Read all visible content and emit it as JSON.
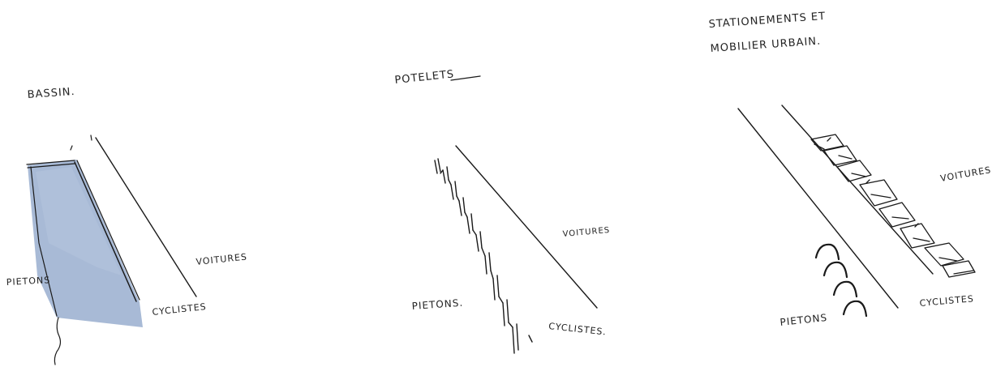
{
  "panels": {
    "bassin": {
      "title": "BASSIN.",
      "label_left": "PIETONS",
      "label_right": "VOITURES",
      "label_bottom": "CYCLISTES"
    },
    "potelets": {
      "title": "POTELETS",
      "label_left": "PIETONS.",
      "label_right": "VOITURES",
      "label_bottom": "CYCLISTES."
    },
    "stationnements": {
      "title_line1": "STATIONEMENTS ET",
      "title_line2": "MOBILIER URBAIN.",
      "label_left": "PIETONS",
      "label_right": "VOITURES",
      "label_bottom": "CYCLISTES"
    }
  },
  "colors": {
    "ink": "#1a1a1a",
    "water": "#9fb3d1"
  }
}
